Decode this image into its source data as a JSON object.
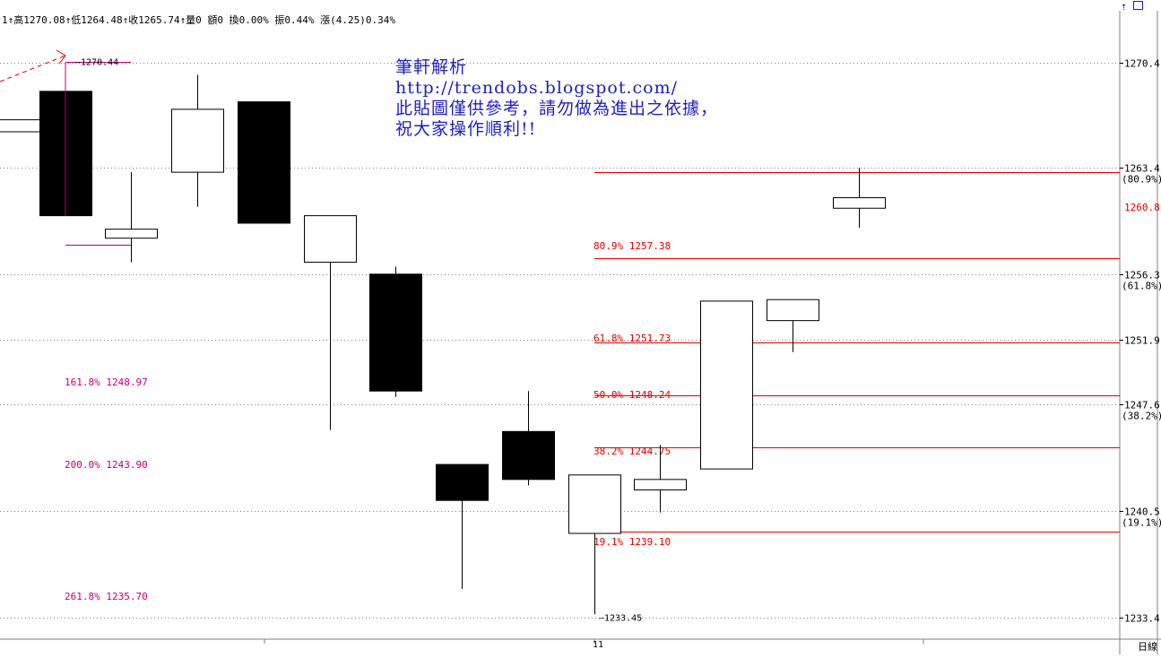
{
  "header": {
    "info_text": "1↑高1270.08↑低1264.48↑收1265.74↑量0 額0 換0.00% 振0.44% 漲(4.25)0.34%"
  },
  "watermark": {
    "lines": [
      "筆軒解析",
      "http://trendobs.blogspot.com/",
      "此貼圖僅供參考，請勿做為進出之依據，",
      "祝大家操作順利!!"
    ]
  },
  "period_button": "日線",
  "corner_icons": [
    "up-arrow-icon",
    "restore-icon"
  ],
  "colors": {
    "fib_line": "#e00000",
    "fib_ext": "#c0007a",
    "watermark": "#2020c0",
    "grid": "#808080",
    "candle": "#000000"
  },
  "chart_data": {
    "type": "candlestick",
    "ylim": [
      1232.6,
      1272.5
    ],
    "y_ticks": [
      {
        "value": 1270.4,
        "label": "1270.4",
        "pct": ""
      },
      {
        "value": 1263.4,
        "label": "1263.4",
        "pct": "(80.9%)"
      },
      {
        "value": 1256.3,
        "label": "1256.3",
        "pct": "(61.8%)"
      },
      {
        "value": 1251.9,
        "label": "1251.9",
        "pct": ""
      },
      {
        "value": 1247.6,
        "label": "1247.6",
        "pct": "(38.2%)"
      },
      {
        "value": 1240.5,
        "label": "1240.5",
        "pct": "(19.1%)"
      },
      {
        "value": 1233.4,
        "label": "1233.4",
        "pct": ""
      }
    ],
    "current_price": {
      "value": 1260.8,
      "label": "1260.8"
    },
    "x_label": "11",
    "candles": [
      {
        "open": 1266.6,
        "close": 1265.8,
        "high": 1266.6,
        "low": 1265.8,
        "bull": true
      },
      {
        "open": 1268.5,
        "close": 1260.2,
        "high": 1268.5,
        "low": 1260.2,
        "bull": false
      },
      {
        "open": 1259.3,
        "close": 1258.7,
        "high": 1263.1,
        "low": 1257.1,
        "bull": true
      },
      {
        "open": 1263.1,
        "close": 1267.3,
        "high": 1269.6,
        "low": 1260.8,
        "bull": true
      },
      {
        "open": 1267.8,
        "close": 1259.7,
        "high": 1267.8,
        "low": 1259.7,
        "bull": false
      },
      {
        "open": 1257.1,
        "close": 1260.2,
        "high": 1260.2,
        "low": 1245.9,
        "bull": true
      },
      {
        "open": 1256.3,
        "close": 1248.5,
        "high": 1256.8,
        "low": 1248.1,
        "bull": false
      },
      {
        "open": 1243.6,
        "close": 1241.2,
        "high": 1243.6,
        "low": 1235.3,
        "bull": false
      },
      {
        "open": 1245.8,
        "close": 1242.6,
        "high": 1248.5,
        "low": 1242.2,
        "bull": false
      },
      {
        "open": 1239.0,
        "close": 1242.9,
        "high": 1242.9,
        "low": 1233.6,
        "bull": true
      },
      {
        "open": 1241.9,
        "close": 1242.6,
        "high": 1244.9,
        "low": 1240.4,
        "bull": true
      },
      {
        "open": 1243.3,
        "close": 1254.5,
        "high": 1254.5,
        "low": 1243.3,
        "bull": true
      },
      {
        "open": 1253.2,
        "close": 1254.6,
        "high": 1254.6,
        "low": 1251.1,
        "bull": true
      },
      {
        "open": 1260.7,
        "close": 1261.4,
        "high": 1263.4,
        "low": 1259.4,
        "bull": true
      }
    ],
    "markers": [
      {
        "label": "1270.44",
        "value": 1270.44
      },
      {
        "label": "1233.45",
        "value": 1233.45
      }
    ],
    "fib_retracement": [
      {
        "label": "80.9% 1257.38",
        "value": 1257.38
      },
      {
        "label": "61.8% 1251.73",
        "value": 1251.73
      },
      {
        "label": "50.0% 1248.24",
        "value": 1248.24
      },
      {
        "label": "38.2% 1244.75",
        "value": 1244.75
      },
      {
        "label": "19.1% 1239.10",
        "value": 1239.1
      }
    ],
    "fib_top": {
      "value": 1263.1
    },
    "fib_extension": [
      {
        "label": "161.8% 1248.97",
        "value": 1248.97
      },
      {
        "label": "200.0% 1243.90",
        "value": 1243.9
      },
      {
        "label": "261.8% 1235.70",
        "value": 1235.7
      }
    ]
  }
}
